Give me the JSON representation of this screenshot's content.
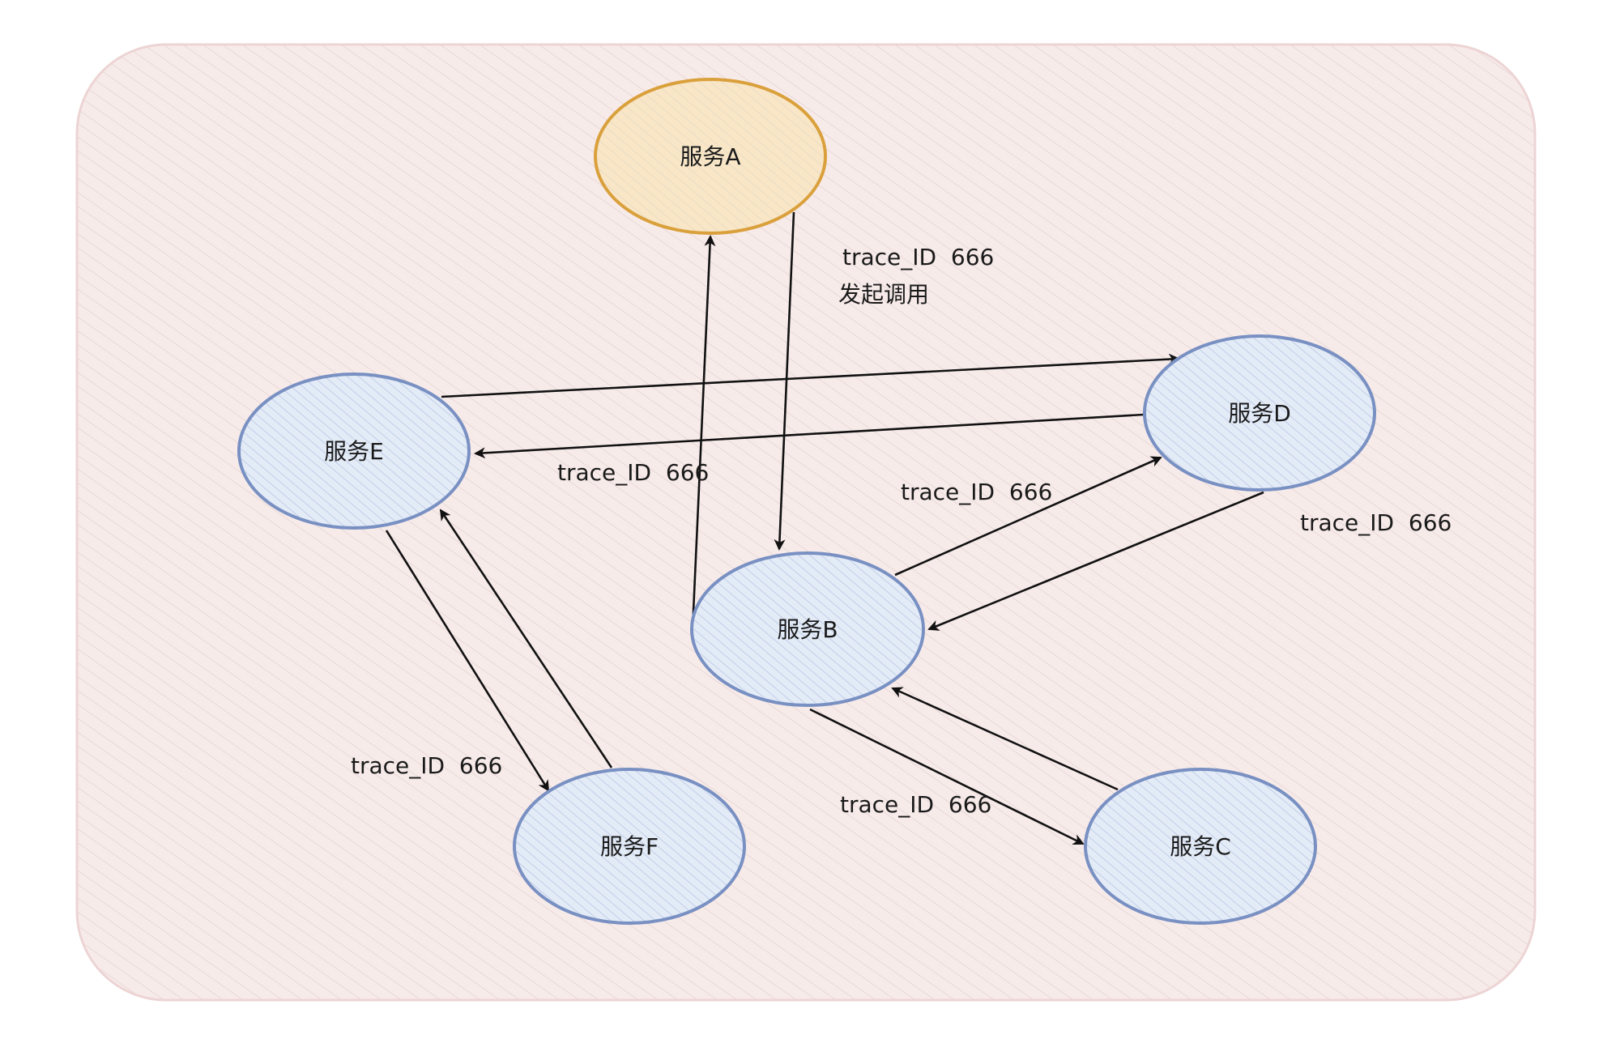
{
  "colors": {
    "background_fill": "#f7ebea",
    "background_hatch": "#e3d3d1",
    "background_border": "#edd4d4",
    "node_start_fill": "#f8e6c6",
    "node_start_stroke": "#daa03c",
    "node_fill": "#e3ebf7",
    "node_stroke": "#7990c2",
    "arrow": "#111111"
  },
  "nodes": [
    {
      "id": "A",
      "label": "服务A",
      "role": "start"
    },
    {
      "id": "B",
      "label": "服务B",
      "role": "service"
    },
    {
      "id": "C",
      "label": "服务C",
      "role": "service"
    },
    {
      "id": "D",
      "label": "服务D",
      "role": "service"
    },
    {
      "id": "E",
      "label": "服务E",
      "role": "service"
    },
    {
      "id": "F",
      "label": "服务F",
      "role": "service"
    }
  ],
  "edges": [
    {
      "id": "A-B",
      "from": "A",
      "to": "B"
    },
    {
      "id": "B-A",
      "from": "B",
      "to": "A"
    },
    {
      "id": "B-D",
      "from": "B",
      "to": "D"
    },
    {
      "id": "D-B",
      "from": "D",
      "to": "B"
    },
    {
      "id": "B-C",
      "from": "B",
      "to": "C"
    },
    {
      "id": "C-B",
      "from": "C",
      "to": "B"
    },
    {
      "id": "E-D",
      "from": "E",
      "to": "D"
    },
    {
      "id": "D-E",
      "from": "D",
      "to": "E"
    },
    {
      "id": "E-F",
      "from": "E",
      "to": "F"
    },
    {
      "id": "F-E",
      "from": "F",
      "to": "E"
    }
  ],
  "labels": {
    "trace_a_line1": "trace_ID  666",
    "trace_a_line2": "发起调用",
    "trace_e_d": "trace_ID  666",
    "trace_b_d": "trace_ID  666",
    "trace_d_b": "trace_ID  666",
    "trace_e_f": "trace_ID  666",
    "trace_b_c": "trace_ID  666"
  }
}
